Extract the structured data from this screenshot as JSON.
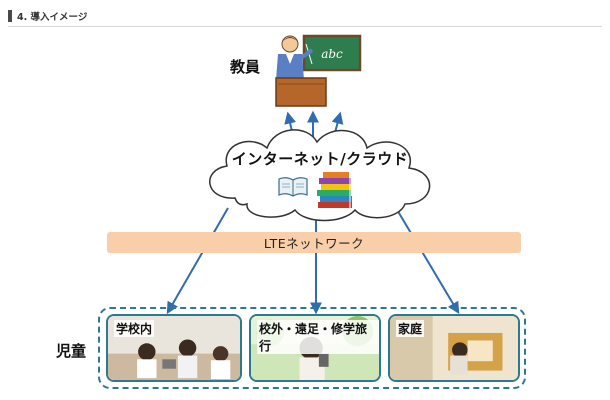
{
  "section": {
    "title": "4. 導入イメージ"
  },
  "diagram": {
    "teacher_label": "教員",
    "blackboard_text": "abc",
    "cloud_label": "インターネット/クラウド",
    "network_label": "LTEネットワーク",
    "children_label": "児童",
    "places": [
      {
        "label": "学校内"
      },
      {
        "label": "校外・遠足・修学旅行"
      },
      {
        "label": "家庭"
      }
    ]
  },
  "colors": {
    "arrow": "#2f6cb0",
    "lte_band": "#f9cfa9",
    "frame": "#2e7a8c",
    "blackboard": "#2e7d4f"
  }
}
